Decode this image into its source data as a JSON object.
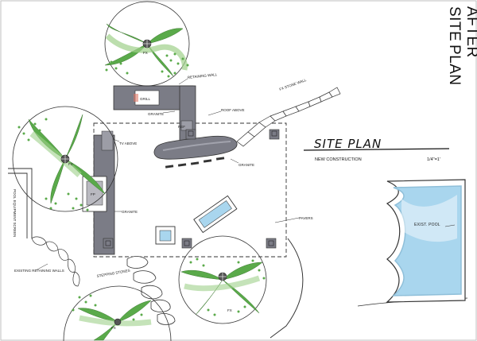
{
  "corner_title": {
    "line1": "SITE",
    "line2": "PLAN",
    "line3": "AFTER"
  },
  "plan_title": {
    "main": "SITE PLAN",
    "sub": "NEW CONSTRUCTION",
    "scale": "1/4\"=1'"
  },
  "labels": {
    "grill": "GRILL",
    "retaining_wall": "RETAINING WALL",
    "granite_top": "GRANITE",
    "roof_above": "ROOF ABOVE",
    "fx_stone_wall": "FX STONE WALL",
    "ref": "REF",
    "tv_above": "TV ABOVE",
    "granite_counter": "GRANITE",
    "granite_left": "GRANITE",
    "fp": "FP",
    "pavers": "PAVERS",
    "exist_pool": "EXIST. POOL",
    "pool_equipment": "POOL EQUIPMENT SCREEN",
    "existing_retaining_walls": "EXISTING RETAINING WALLS",
    "stepping_stones": "STEPPING STONES",
    "fx_tree_top": "FX",
    "fx_tree_left": "FX",
    "fx_tree_bottom_left": "FX",
    "fx_tree_bottom_right": "FX"
  },
  "colors": {
    "wall_gray": "#7b7c86",
    "wall_dark": "#5f606a",
    "water_blue": "#a9d6ee",
    "pool_edge": "#8fbfd9",
    "foliage_green": "#5aaa4a",
    "foliage_light": "#9fd08a",
    "accent_red": "#e07868",
    "ink": "#222222"
  }
}
